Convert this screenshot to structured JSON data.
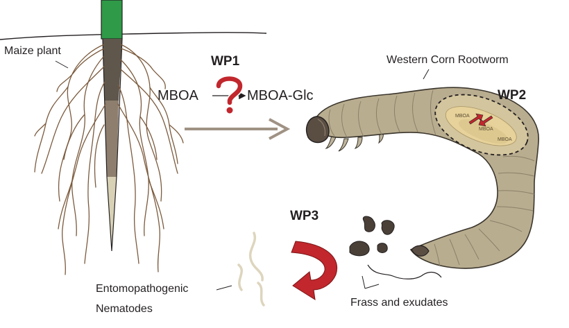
{
  "labels": {
    "maize_plant": "Maize plant",
    "rootworm": "Western Corn Rootworm",
    "nematodes_line1": "Entomopathogenic",
    "nematodes_line2": "Nematodes",
    "frass": "Frass and exudates"
  },
  "work_packages": {
    "wp1": "WP1",
    "wp2": "WP2",
    "wp3": "WP3"
  },
  "reaction": {
    "substrate": "MBOA",
    "product": "MBOA-Glc",
    "unknown_mark": "?"
  },
  "gut_labels": [
    "MBOA",
    "MBOA",
    "MBOA"
  ],
  "colors": {
    "stem_green": "#2f9a48",
    "root_brown": "#7b5a3c",
    "larva_body": "#b9ad90",
    "larva_outline": "#3a352c",
    "larva_head": "#5a4e43",
    "gut_tan": "#ead9a8",
    "arrow_gray": "#a09284",
    "question_red": "#c1272d",
    "frass_dark": "#4a4038",
    "nematode": "#ddd5bd"
  },
  "icons": [
    "question-mark-icon",
    "curved-red-arrow-icon",
    "gray-arrow-icon"
  ]
}
